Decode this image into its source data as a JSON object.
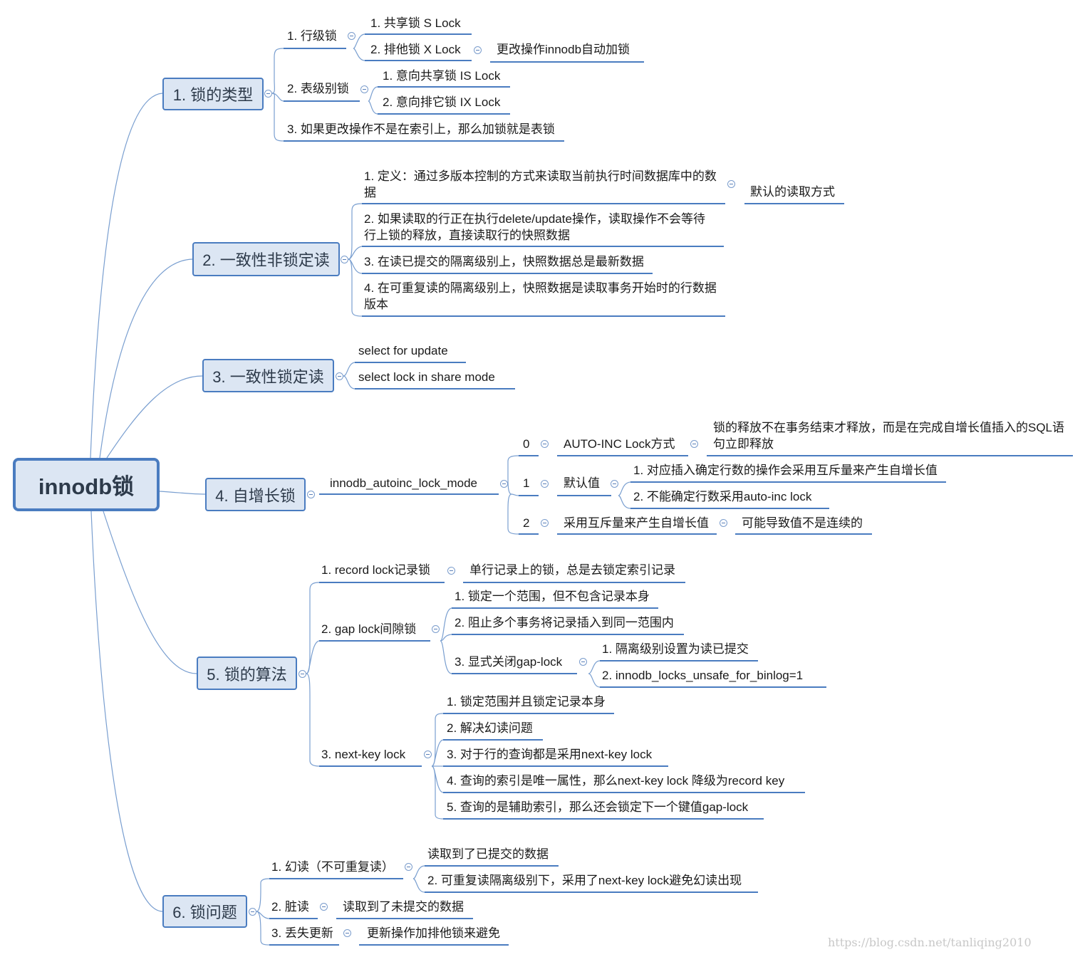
{
  "root": "innodb锁",
  "topics": {
    "t1": "1. 锁的类型",
    "t2": "2. 一致性非锁定读",
    "t3": "3. 一致性锁定读",
    "t4": "4. 自增长锁",
    "t5": "5. 锁的算法",
    "t6": "6. 锁问题"
  },
  "t1": {
    "row": "1. 行级锁",
    "row_s": "1. 共享锁 S Lock",
    "row_x": "2. 排他锁 X Lock",
    "row_x_note": "更改操作innodb自动加锁",
    "table": "2. 表级别锁",
    "table_is": "1. 意向共享锁 IS Lock",
    "table_ix": "2. 意向排它锁 IX Lock",
    "note": "3. 如果更改操作不是在索引上，那么加锁就是表锁"
  },
  "t2": {
    "i1a": "1. 定义：通过多版本控制的方式来读取当前执行时间数据库中的数",
    "i1b": "据",
    "i1_note": "默认的读取方式",
    "i2a": "2. 如果读取的行正在执行delete/update操作，读取操作不会等待",
    "i2b": "行上锁的释放，直接读取行的快照数据",
    "i3": "3. 在读已提交的隔离级别上，快照数据总是最新数据",
    "i4a": "4. 在可重复读的隔离级别上，快照数据是读取事务开始时的行数据",
    "i4b": "版本"
  },
  "t3": {
    "i1": "select for update",
    "i2": "select lock in share mode"
  },
  "t4": {
    "mode": "innodb_autoinc_lock_mode",
    "m0": "0",
    "m0_name": "AUTO-INC Lock方式",
    "m0_note_a": "锁的释放不在事务结束才释放，而是在完成自增长值插入的SQL语",
    "m0_note_b": "句立即释放",
    "m1": "1",
    "m1_name": "默认值",
    "m1_a": "1. 对应插入确定行数的操作会采用互斥量来产生自增长值",
    "m1_b": "2. 不能确定行数采用auto-inc lock",
    "m2": "2",
    "m2_name": "采用互斥量来产生自增长值",
    "m2_note": "可能导致值不是连续的"
  },
  "t5": {
    "rec": "1. record lock记录锁",
    "rec_note": "单行记录上的锁，总是去锁定索引记录",
    "gap": "2. gap lock间隙锁",
    "gap1": "1. 锁定一个范围，但不包含记录本身",
    "gap2": "2. 阻止多个事务将记录插入到同一范围内",
    "gap3": "3. 显式关闭gap-lock",
    "gap3a": "1. 隔离级别设置为读已提交",
    "gap3b": "2. innodb_locks_unsafe_for_binlog=1",
    "nk": "3. next-key lock",
    "nk1": "1. 锁定范围并且锁定记录本身",
    "nk2": "2. 解决幻读问题",
    "nk3": "3. 对于行的查询都是采用next-key lock",
    "nk4": "4. 查询的索引是唯一属性，那么next-key lock 降级为record key",
    "nk5": "5. 查询的是辅助索引，那么还会锁定下一个键值gap-lock"
  },
  "t6": {
    "p1": "1. 幻读（不可重复读）",
    "p1a": "读取到了已提交的数据",
    "p1b": "2. 可重复读隔离级别下，采用了next-key lock避免幻读出现",
    "p2": "2. 脏读",
    "p2_note": "读取到了未提交的数据",
    "p3": "3. 丢失更新",
    "p3_note": "更新操作加排他锁来避免"
  },
  "watermark": "https://blog.csdn.net/tanliqing2010"
}
